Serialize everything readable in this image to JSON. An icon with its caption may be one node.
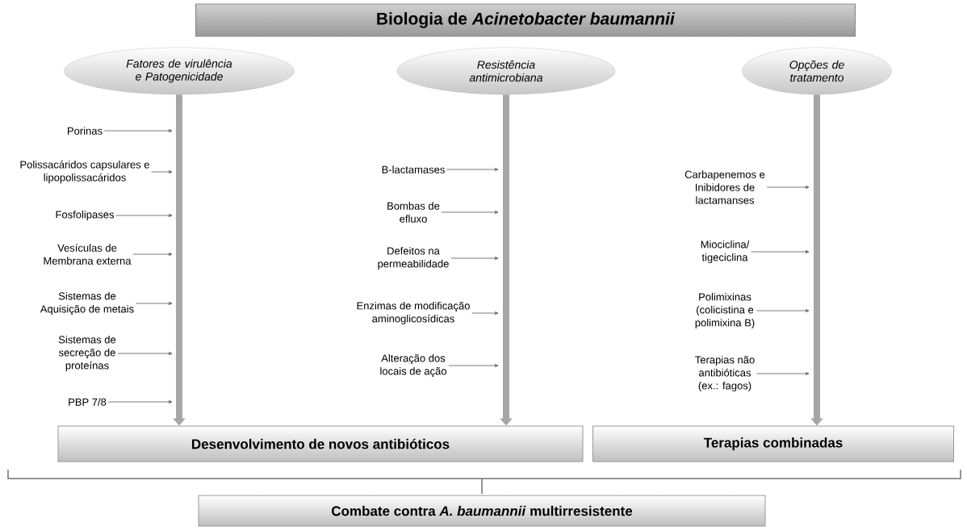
{
  "diagram": {
    "nodes": [
      {
        "text": [
          "Biologia de *Acinetobacter baumannii*"
        ]
      },
      {
        "text": [
          "Fatores de virulência e Patogenicidade"
        ]
      },
      {
        "text": [
          "Resistência antimicrobiana"
        ]
      },
      {
        "text": [
          "Opções de tratamento"
        ]
      },
      {
        "text": [
          "Desenvolvimento de novos antibióticos"
        ]
      },
      {
        "text": [
          "Terapias combinadas"
        ]
      },
      {
        "text": [
          "Combate contra *A. baumannii* multirresistente"
        ]
      },
      {
        "text": [
          "Porinas"
        ]
      },
      {
        "text": [
          "Polissacáridos capsulares e lipopolissacáridos"
        ]
      },
      {
        "text": [
          "Fosfolipases"
        ]
      },
      {
        "text": [
          "Vesículas de Membrana externa"
        ]
      },
      {
        "text": [
          "Sistemas de Aquisição de metais"
        ]
      },
      {
        "text": [
          "Sistemas de secreção de proteínas"
        ]
      },
      {
        "text": [
          "PBP 7/8"
        ]
      },
      {
        "text": [
          "B-lactamases"
        ]
      },
      {
        "text": [
          "Bombas de efluxo"
        ]
      },
      {
        "text": [
          "Defeitos na permeabilidade"
        ]
      },
      {
        "text": [
          "Enzimas de modificação aminoglicosídicas"
        ]
      },
      {
        "text": [
          "Alteração dos locais de ação"
        ]
      },
      {
        "text": [
          "Carbapenemos e Inibidores de lactamanses"
        ]
      },
      {
        "text": [
          "Miociclina/ tigeciclina"
        ]
      },
      {
        "text": [
          "Polimixinas (colicistina e polimixina B)"
        ]
      },
      {
        "text": [
          "Terapias não antibióticas (ex.: fagos)"
        ]
      }
    ],
    "edges": [
      {
        "from": 1,
        "to": 4,
        "arrow": "to",
        "style": "thick",
        "color": "#a6a6a6"
      },
      {
        "from": 2,
        "to": 4,
        "arrow": "to",
        "style": "thick",
        "color": "#a6a6a6"
      },
      {
        "from": 3,
        "to": 5,
        "arrow": "to",
        "style": "thick",
        "color": "#a6a6a6"
      },
      {
        "from": 7,
        "to": null,
        "arrow": "to"
      },
      {
        "from": 8,
        "to": null,
        "arrow": "to"
      },
      {
        "from": 9,
        "to": null,
        "arrow": "to"
      },
      {
        "from": 10,
        "to": null,
        "arrow": "to"
      },
      {
        "from": 11,
        "to": null,
        "arrow": "to"
      },
      {
        "from": 12,
        "to": null,
        "arrow": "to"
      },
      {
        "from": 13,
        "to": null,
        "arrow": "to"
      },
      {
        "from": 14,
        "to": null,
        "arrow": "to"
      },
      {
        "from": 15,
        "to": null,
        "arrow": "to"
      },
      {
        "from": 16,
        "to": null,
        "arrow": "to"
      },
      {
        "from": 17,
        "to": null,
        "arrow": "to"
      },
      {
        "from": 18,
        "to": null,
        "arrow": "to"
      },
      {
        "from": 19,
        "to": null,
        "arrow": "to"
      },
      {
        "from": 20,
        "to": null,
        "arrow": "to"
      },
      {
        "from": 21,
        "to": null,
        "arrow": "to"
      },
      {
        "from": 22,
        "to": null,
        "arrow": "to"
      }
    ]
  }
}
